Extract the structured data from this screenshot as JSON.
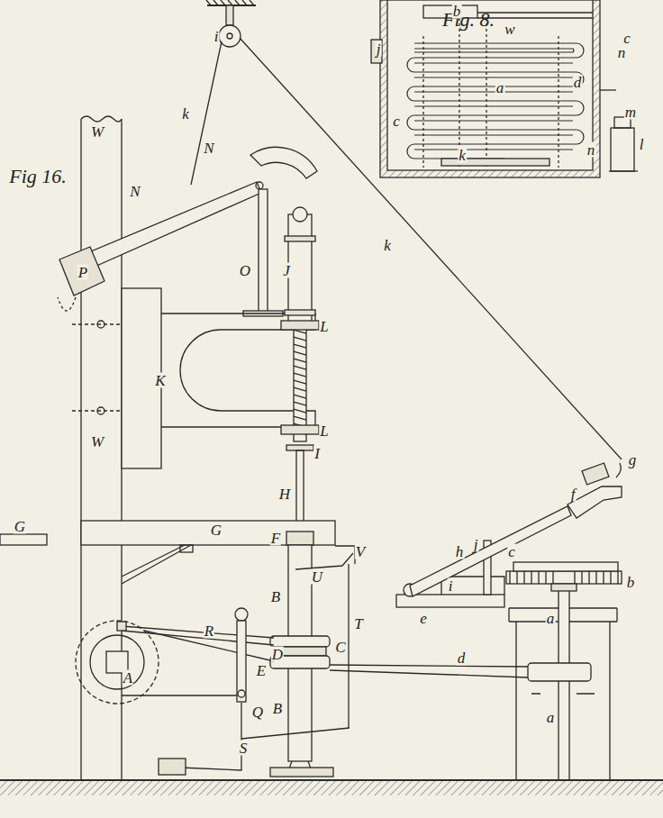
{
  "diagram": {
    "labels": [
      "Fig. 8.",
      "b",
      "w",
      "j",
      "c",
      "a",
      "d",
      "m",
      "l",
      "c",
      "k",
      "n",
      "n",
      "Fig 16.",
      "i",
      "W",
      "k",
      "N",
      "N",
      "P",
      "J",
      "O",
      "k",
      "L",
      "K",
      "L",
      "I",
      "W",
      "H",
      "G",
      "G",
      "F",
      "V",
      "U",
      "B",
      "j",
      "h",
      "g",
      "f",
      "i",
      "c",
      "b",
      "e",
      "a",
      "a",
      "d",
      "R",
      "C",
      "D",
      "E",
      "A",
      "T",
      "Q",
      "B",
      "S"
    ]
  }
}
